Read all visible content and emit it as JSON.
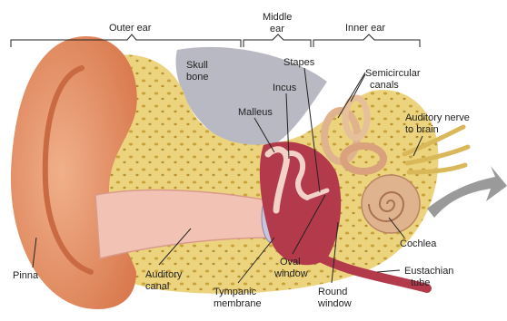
{
  "sections": {
    "outer_ear": "Outer ear",
    "middle_ear_line1": "Middle",
    "middle_ear_line2": "ear",
    "inner_ear": "Inner ear"
  },
  "labels": {
    "skull_bone_line1": "Skull",
    "skull_bone_line2": "bone",
    "stapes": "Stapes",
    "semicircular_line1": "Semicircular",
    "semicircular_line2": "canals",
    "incus": "Incus",
    "malleus": "Malleus",
    "auditory_nerve_line1": "Auditory nerve",
    "auditory_nerve_line2": "to brain",
    "pinna": "Pinna",
    "auditory_canal_line1": "Auditory",
    "auditory_canal_line2": "canal",
    "oval_window_line1": "Oval",
    "oval_window_line2": "window",
    "tympanic_line1": "Tympanic",
    "tympanic_line2": "membrane",
    "round_window_line1": "Round",
    "round_window_line2": "window",
    "cochlea": "Cochlea",
    "eustachian_line1": "Eustachian",
    "eustachian_line2": "tube"
  },
  "colors": {
    "skin": "#e8956a",
    "bone": "#e9d27a",
    "skull": "#b9b9c3",
    "middle_ear_red": "#b23a4a",
    "canal_pink": "#f2c3b5",
    "cochlea": "#e0b38f",
    "nerve": "#d9b85a",
    "arrow": "#9a9a9a"
  }
}
